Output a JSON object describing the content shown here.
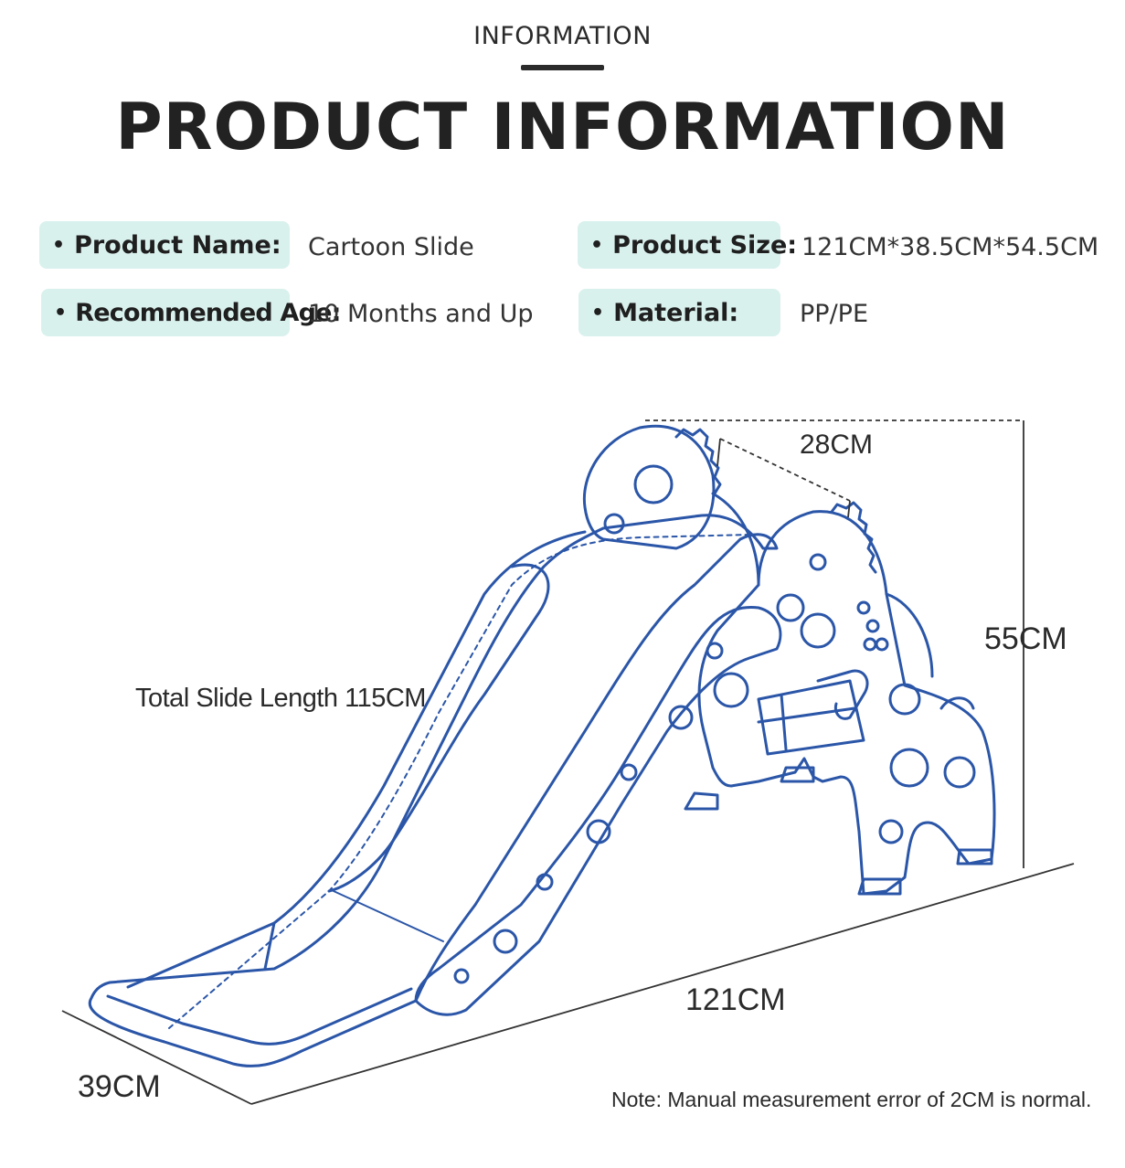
{
  "header": {
    "kicker": "INFORMATION",
    "title": "PRODUCT INFORMATION"
  },
  "specs": [
    {
      "label": "Product  Name:",
      "value": "Cartoon Slide"
    },
    {
      "label": "Product  Size:",
      "value": "121CM*38.5CM*54.5CM"
    },
    {
      "label": "Recommended Age:",
      "value": "10 Months and Up"
    },
    {
      "label": "Material:",
      "value": "PP/PE"
    }
  ],
  "bullet": "•",
  "diagram": {
    "top_width": "28CM",
    "height": "55CM",
    "slide_length": "Total Slide Length 115CM",
    "length": "121CM",
    "width": "39CM"
  },
  "note": "Note:  Manual measurement error of 2CM is normal.",
  "colors": {
    "pill_bg": "#d9f1ed",
    "outline": "#2b56a8",
    "text": "#222222"
  }
}
